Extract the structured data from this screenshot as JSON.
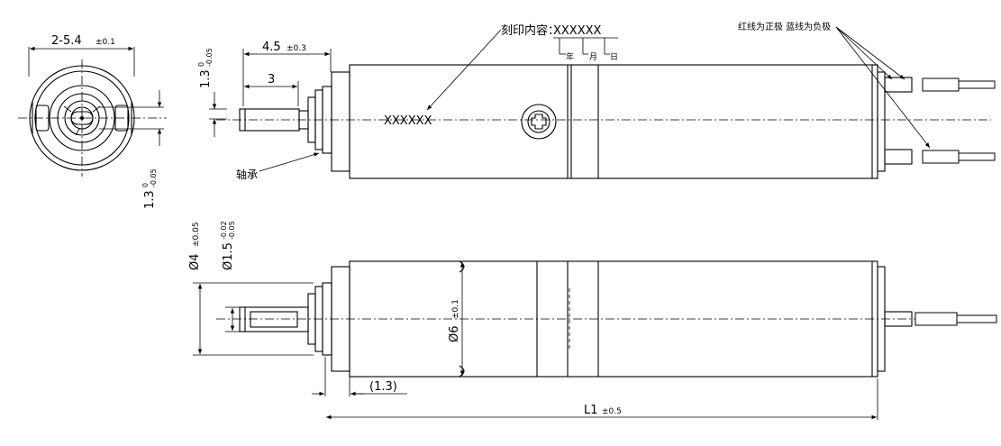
{
  "end_view": {
    "hole_dim": "2-5.4",
    "hole_tol": "±0.1",
    "flat_dim": "1.3",
    "flat_tol_upper": "0",
    "flat_tol_lower": "-0.05"
  },
  "side_view": {
    "shaft_len": "4.5",
    "shaft_len_tol": "±0.3",
    "flat_len": "3",
    "flat_depth": "1.3",
    "flat_depth_tol_upper": "0",
    "flat_depth_tol_lower": "-0.05",
    "marking_label": "刻印内容：",
    "marking_code": "XXXXXX",
    "marking_year": "年",
    "marking_month": "月",
    "marking_day": "日",
    "body_marking": "XXXXXX",
    "bearing_label": "轴承",
    "wire_note": "红线为正极  蓝线为负极"
  },
  "bottom_view": {
    "boss_dia": "Ø4",
    "boss_dia_tol": "±0.05",
    "shaft_dia": "Ø1.5",
    "shaft_dia_tol_upper": "-0.02",
    "shaft_dia_tol_lower": "-0.05",
    "body_dia": "Ø6",
    "body_dia_tol": "±0.1",
    "offset": "(1.3)",
    "length": "L1",
    "length_tol": "±0.5"
  }
}
